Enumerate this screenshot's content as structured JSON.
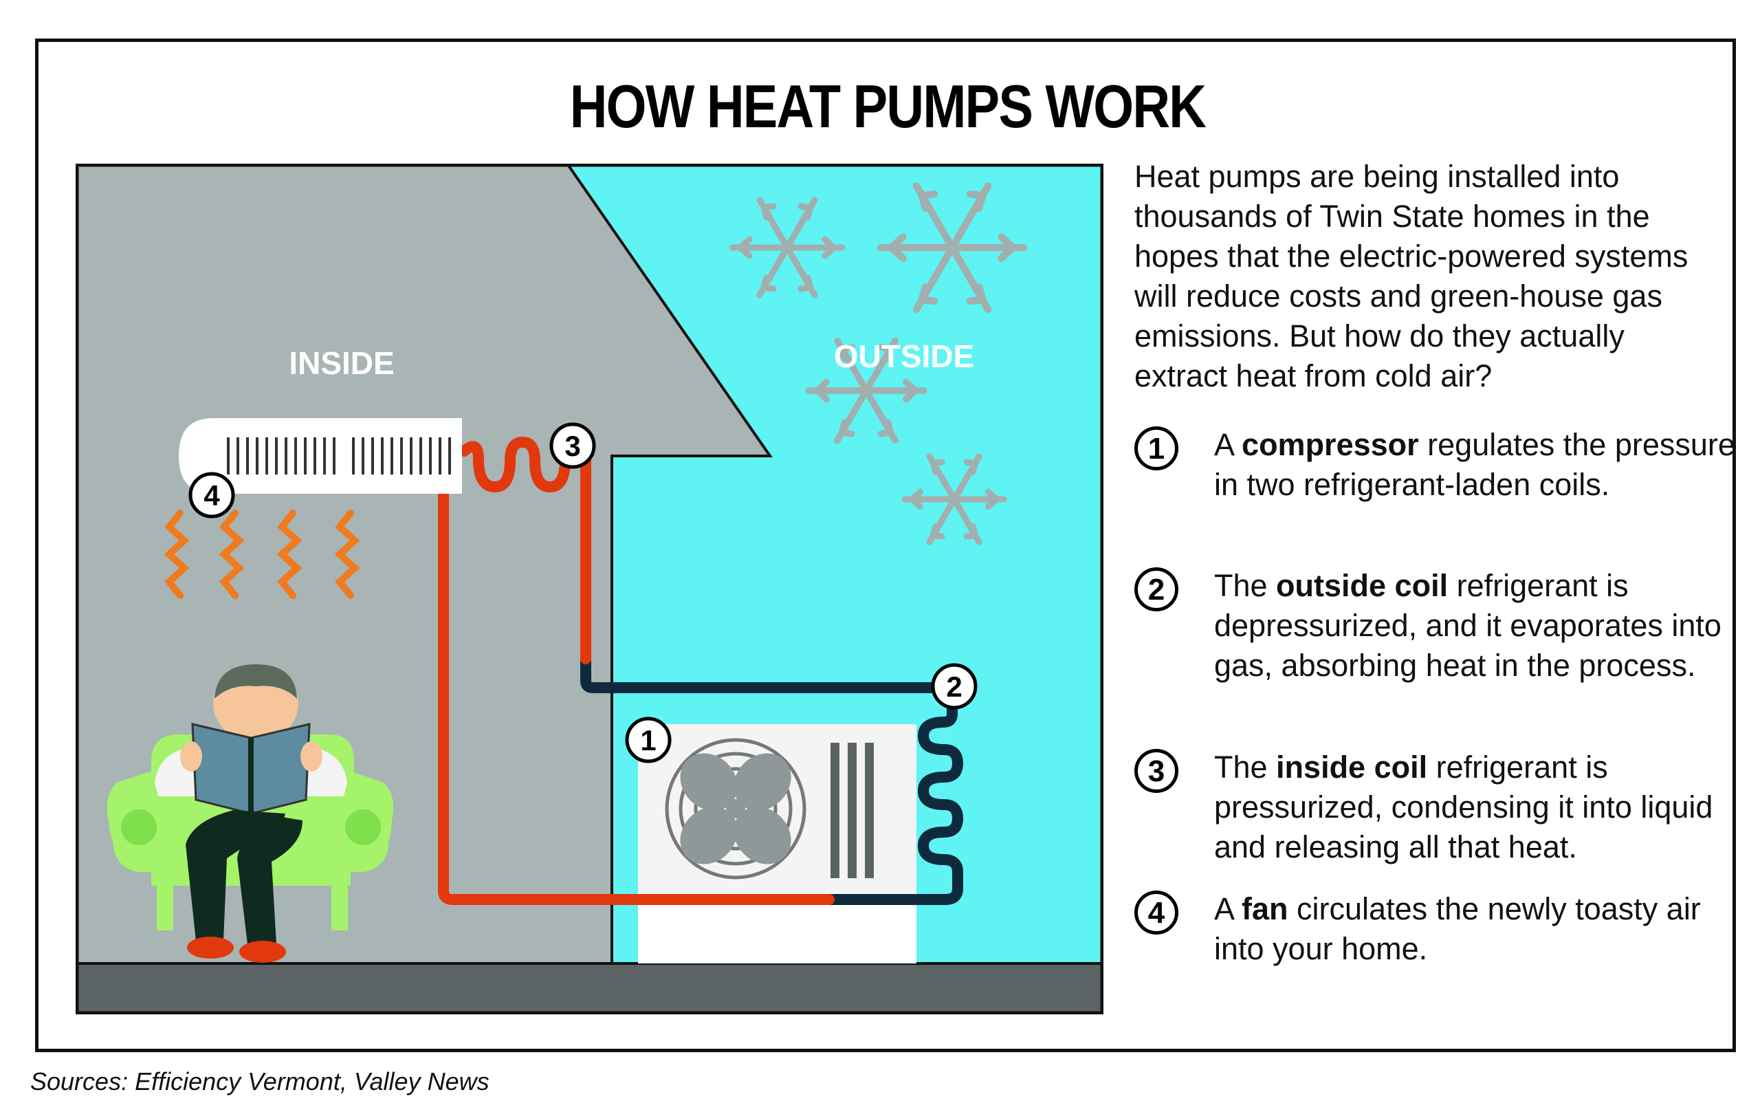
{
  "title": "HOW HEAT PUMPS WORK",
  "labels": {
    "inside": "INSIDE",
    "outside": "OUTSIDE"
  },
  "markers": {
    "m1": "1",
    "m2": "2",
    "m3": "3",
    "m4": "4"
  },
  "intro": "Heat pumps are being installed into thousands of Twin State homes in the hopes that the electric-powered systems will reduce costs and green-house gas emissions. But how do they actually extract heat from cold air?",
  "steps": [
    {
      "num": "1",
      "pre": "A ",
      "bold": "compressor",
      "post": " regulates the pressure in two refrigerant-laden coils."
    },
    {
      "num": "2",
      "pre": "The ",
      "bold": "outside coil",
      "post": " refrigerant is depressurized, and it evaporates into gas, absorbing heat in the process."
    },
    {
      "num": "3",
      "pre": "The ",
      "bold": "inside coil",
      "post": " refrigerant is pressurized, condensing it into liquid and releasing all that heat."
    },
    {
      "num": "4",
      "pre": "A ",
      "bold": "fan",
      "post": " circulates the newly toasty air into your home."
    }
  ],
  "sources": "Sources: Efficiency Vermont, Valley News",
  "colors": {
    "inside_wall": "#a9b4b4",
    "outside_sky": "#5ff3f3",
    "floor": "#5c6364",
    "hot_pipe": "#e2380d",
    "cold_pipe": "#0f2a3c",
    "heat_waves": "#f07a1e",
    "chair": "#a4f36b",
    "book": "#5d8ba0",
    "snowflake": "#a3aeae"
  }
}
